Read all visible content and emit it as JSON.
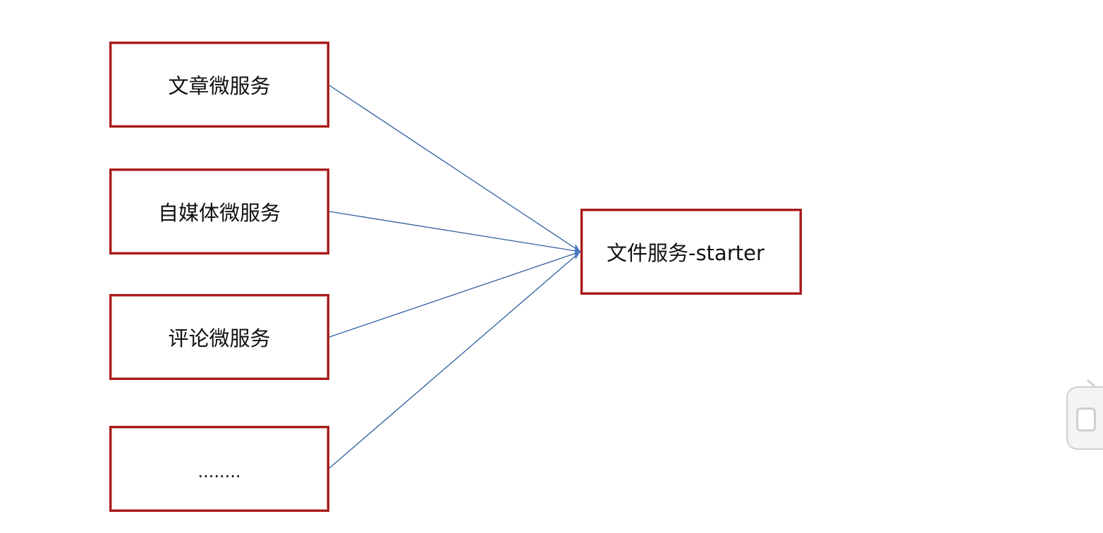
{
  "diagram": {
    "nodes": [
      {
        "id": "article",
        "label": "文章微服务"
      },
      {
        "id": "media",
        "label": "自媒体微服务"
      },
      {
        "id": "comment",
        "label": "评论微服务"
      },
      {
        "id": "etc",
        "label": "........"
      },
      {
        "id": "file",
        "label": "文件服务-starter"
      }
    ],
    "edges": [
      {
        "from": "article",
        "to": "file"
      },
      {
        "from": "media",
        "to": "file"
      },
      {
        "from": "comment",
        "to": "file"
      },
      {
        "from": "etc",
        "to": "file"
      }
    ],
    "colors": {
      "box_border": "#a81a1a",
      "edge": "#2f5f9e",
      "arrowhead": "#4a78c2"
    }
  },
  "overlay": {
    "icon": "video-player-icon"
  }
}
